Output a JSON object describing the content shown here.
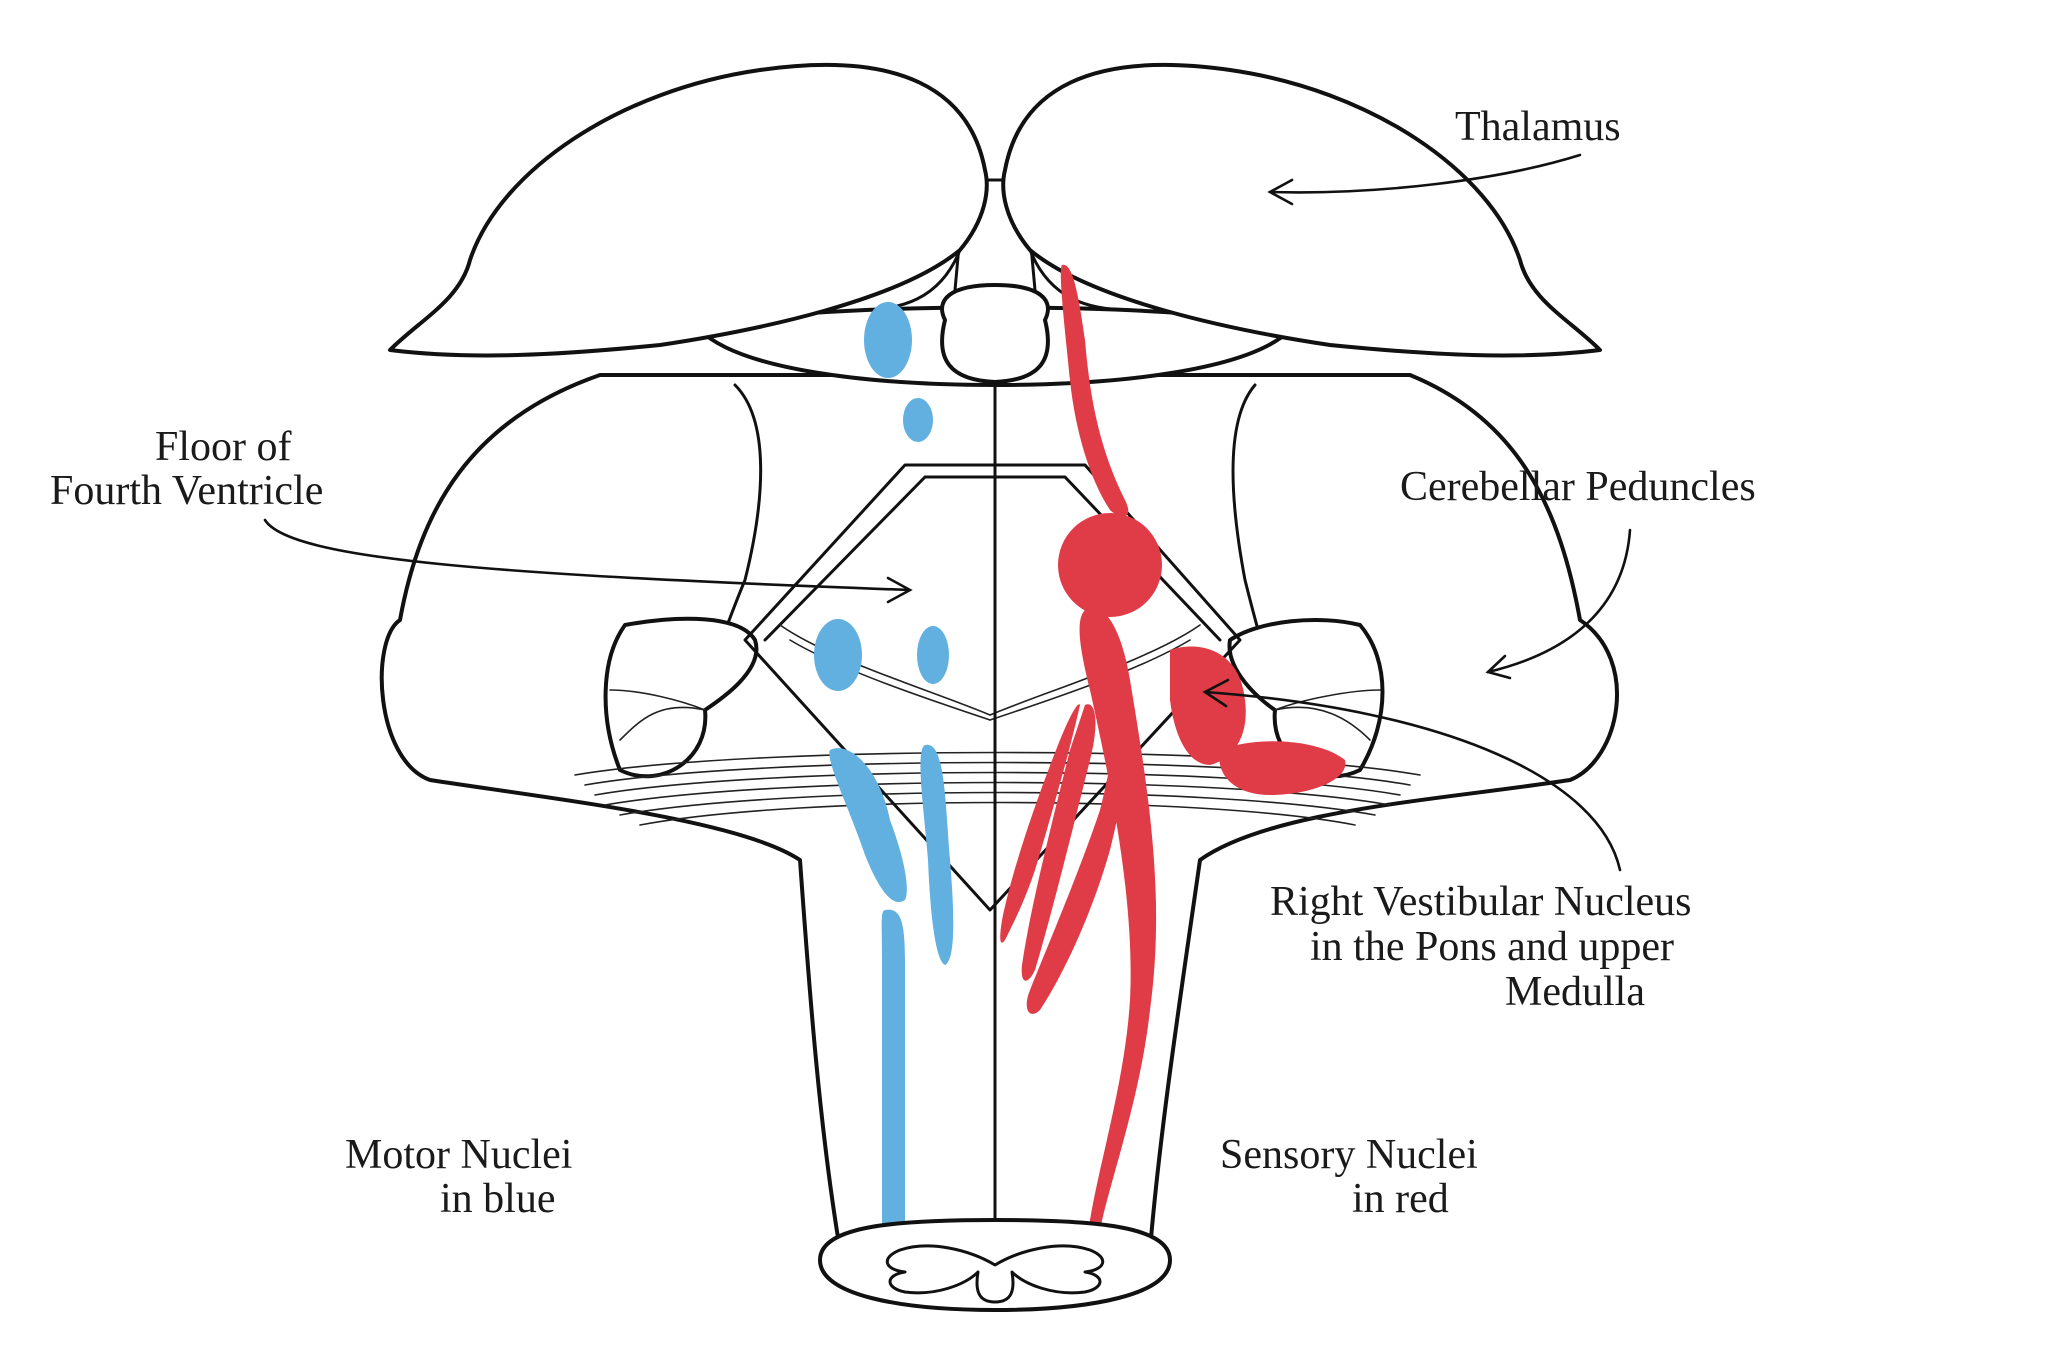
{
  "labels": {
    "thalamus": "Thalamus",
    "floor_line1": "Floor of",
    "floor_line2": "Fourth Ventricle",
    "peduncles": "Cerebellar Peduncles",
    "vestibular_line1": "Right Vestibular Nucleus",
    "vestibular_line2": "in the Pons and upper",
    "vestibular_line3": "Medulla",
    "motor_line1": "Motor Nuclei",
    "motor_line2": "in blue",
    "sensory_line1": "Sensory Nuclei",
    "sensory_line2": "in red"
  },
  "colors": {
    "motor_nuclei": "#62b0e0",
    "sensory_nuclei": "#e03c48",
    "outline": "#111111"
  }
}
